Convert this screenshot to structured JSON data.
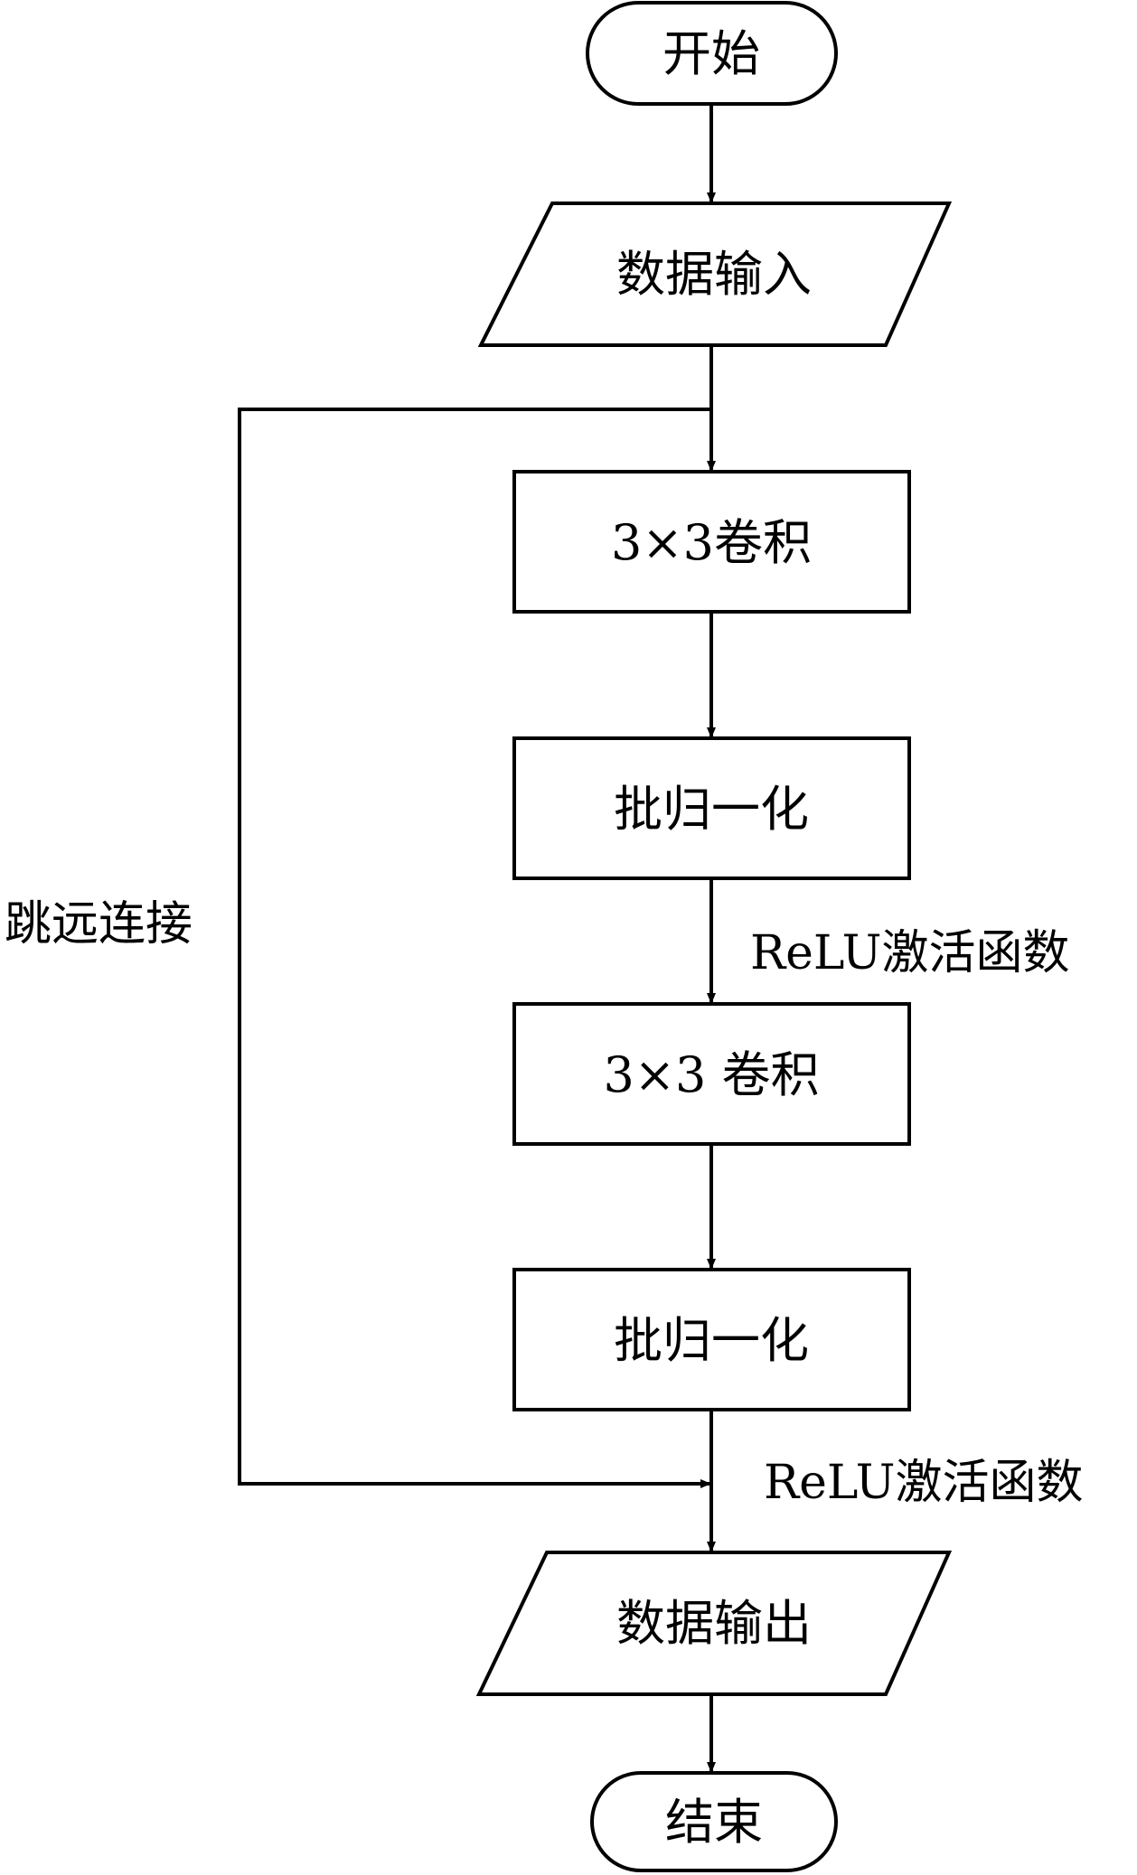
{
  "diagram": {
    "nodes": {
      "start": "开始",
      "input": "数据输入",
      "conv1": "3×3卷积",
      "bn1": "批归一化",
      "conv2": "3×3 卷积",
      "bn2": "批归一化",
      "output": "数据输出",
      "end": "结束"
    },
    "edge_labels": {
      "relu1": "ReLU激活函数",
      "relu2": "ReLU激活函数",
      "skip": "跳远连接"
    }
  }
}
